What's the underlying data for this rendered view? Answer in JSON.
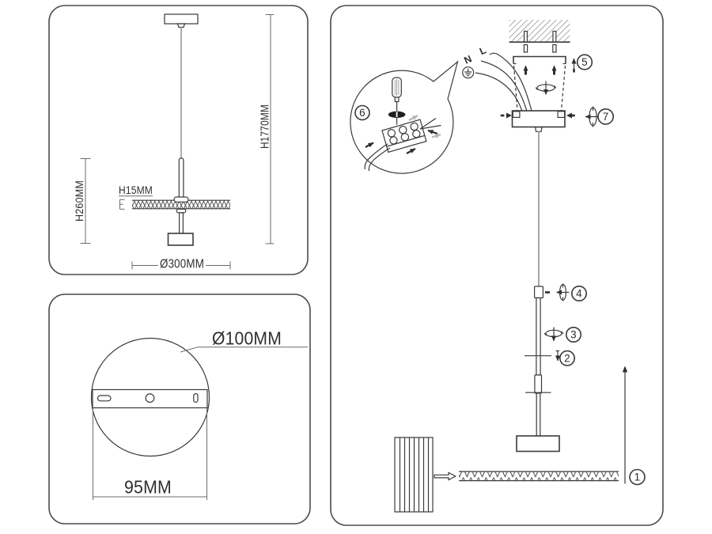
{
  "side_view": {
    "total_height": "H1770MM",
    "fixture_height": "H260MM",
    "disc_thickness": "H15MM",
    "disc_diameter": "Ø300MM"
  },
  "canopy_view": {
    "canopy_diameter": "Ø100MM",
    "bracket_spacing": "95MM"
  },
  "assembly": {
    "wire_neutral_label": "N",
    "wire_live_label": "L",
    "steps": [
      "1",
      "2",
      "3",
      "4",
      "5",
      "6",
      "7"
    ]
  },
  "colors": {
    "line": "#3a3a3a",
    "cable": "#a6a6a6",
    "background": "#ffffff"
  }
}
